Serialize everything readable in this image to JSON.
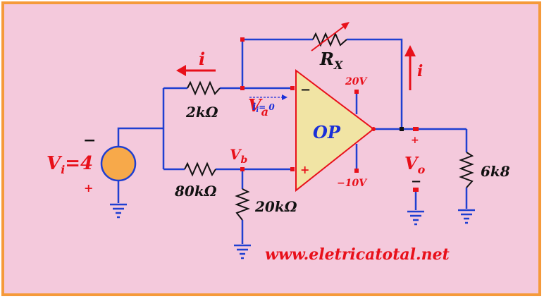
{
  "labels": {
    "vi_symbol": "V",
    "vi_sub": "i",
    "vi_value": "=4",
    "va_symbol": "V",
    "va_sub": "a",
    "vb_symbol": "V",
    "vb_sub": "b",
    "vo_symbol": "V",
    "vo_sub": "o",
    "rx_symbol": "R",
    "rx_sub": "X",
    "current_left": "i",
    "current_right": "i",
    "ii_symbol": "i",
    "ii_sub": "i",
    "ii_value": "= 0",
    "op_label": "OP",
    "r_2k": "2kΩ",
    "r_80k": "80kΩ",
    "r_20k": "20kΩ",
    "r_6k8": "6k8",
    "supply_pos": "20V",
    "supply_neg": "−10V",
    "website": "www.eletricatotal.net"
  },
  "signs": {
    "vi_top": "−",
    "vi_bottom": "+",
    "op_inv": "−",
    "op_noninv": "+",
    "vo_top": "+",
    "vo_bottom": "−"
  },
  "colors": {
    "background": "#f4c9dc",
    "frame": "#f59a3a",
    "wire": "#1f3fd1",
    "accent_red": "#e8101a",
    "opamp_fill": "#f1e4a4",
    "source_fill": "#f7a94a"
  }
}
